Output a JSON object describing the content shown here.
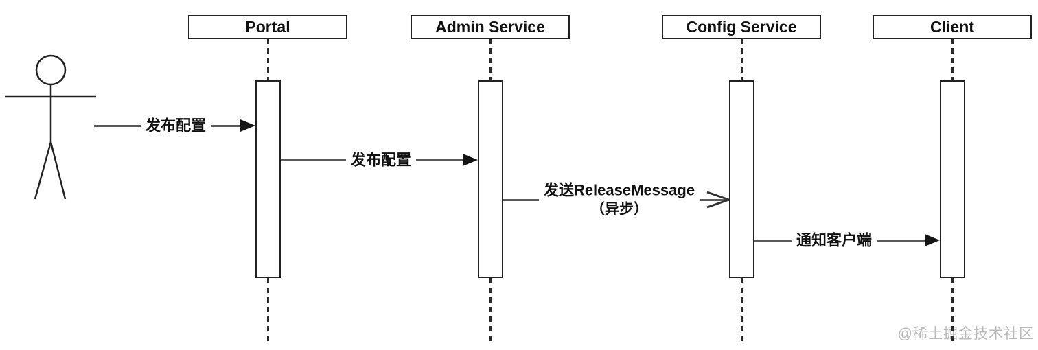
{
  "diagram": {
    "type": "uml-sequence-diagram",
    "actor": {
      "icon": "stick-figure-actor"
    },
    "lifelines": [
      {
        "label": "Portal"
      },
      {
        "label": "Admin Service"
      },
      {
        "label": "Config Service"
      },
      {
        "label": "Client"
      }
    ],
    "messages": [
      {
        "label": "发布配置",
        "from": "Actor",
        "to": "Portal",
        "kind": "sync"
      },
      {
        "label": "发布配置",
        "from": "Portal",
        "to": "Admin Service",
        "kind": "sync"
      },
      {
        "label": "发送ReleaseMessage",
        "label_line2": "（异步）",
        "from": "Admin Service",
        "to": "Config Service",
        "kind": "async"
      },
      {
        "label": "通知客户端",
        "from": "Config Service",
        "to": "Client",
        "kind": "sync"
      }
    ],
    "watermark": "@稀土掘金技术社区",
    "colors": {
      "background": "#ffffff",
      "border": "#222222",
      "message_line": "#5a5a5a",
      "arrow": "#151515",
      "text": "#111111",
      "watermark": "#b9b9b9"
    }
  }
}
